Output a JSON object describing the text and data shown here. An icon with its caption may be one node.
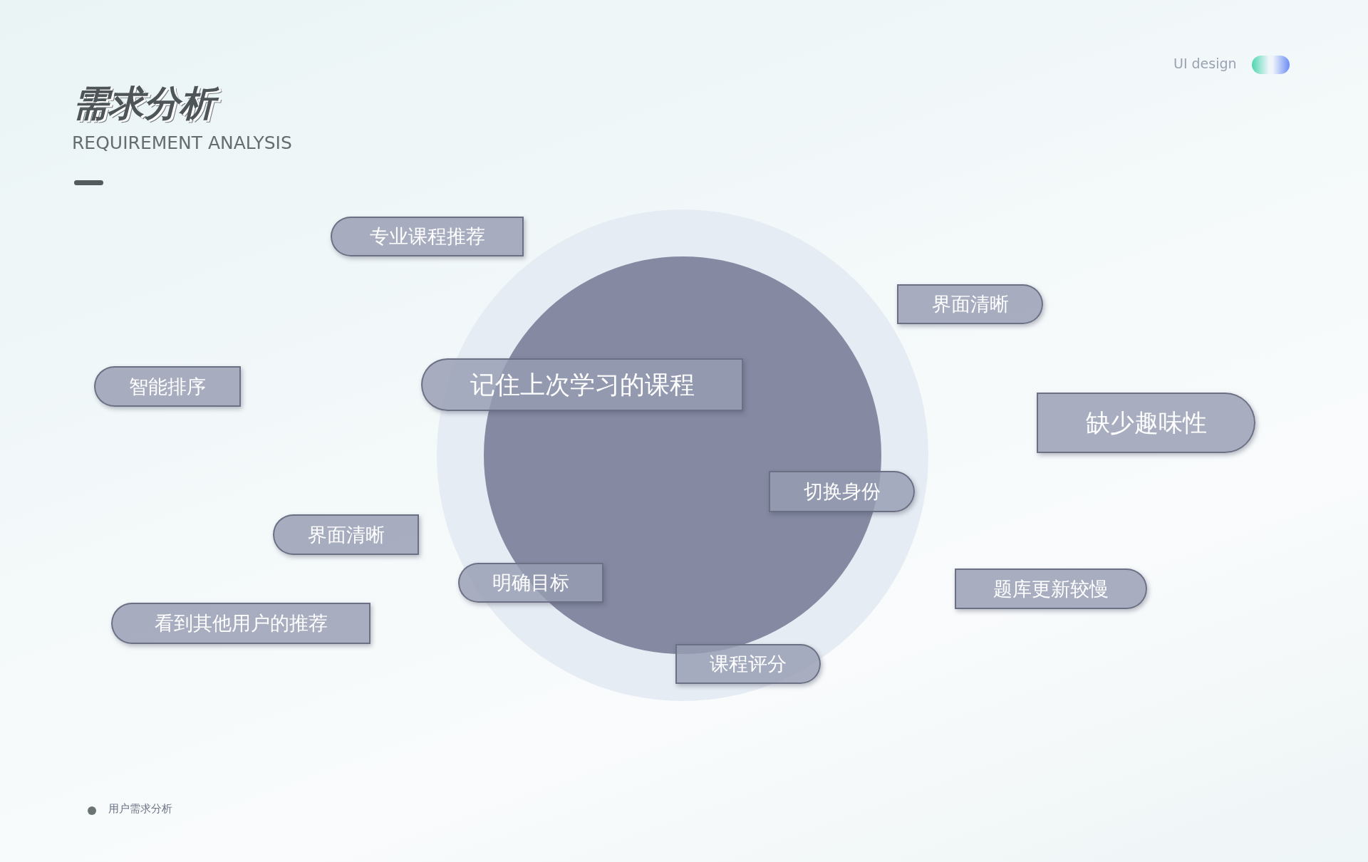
{
  "diagram": {
    "title": "需求分析",
    "nodes": [
      {
        "text": [
          "专业课程推荐"
        ]
      },
      {
        "text": [
          "界面清晰"
        ]
      },
      {
        "text": [
          "智能排序"
        ]
      },
      {
        "text": [
          "记住上次学习的课程"
        ]
      },
      {
        "text": [
          "缺少趣味性"
        ]
      },
      {
        "text": [
          "切换身份"
        ]
      },
      {
        "text": [
          "界面清晰"
        ]
      },
      {
        "text": [
          "明确目标"
        ]
      },
      {
        "text": [
          "看到其他用户的推荐"
        ]
      },
      {
        "text": [
          "题库更新较慢"
        ]
      },
      {
        "text": [
          "课程评分"
        ]
      }
    ],
    "labels": [
      "REQUIREMENT ANALYSIS",
      "UI design",
      "用户需求分析"
    ]
  }
}
